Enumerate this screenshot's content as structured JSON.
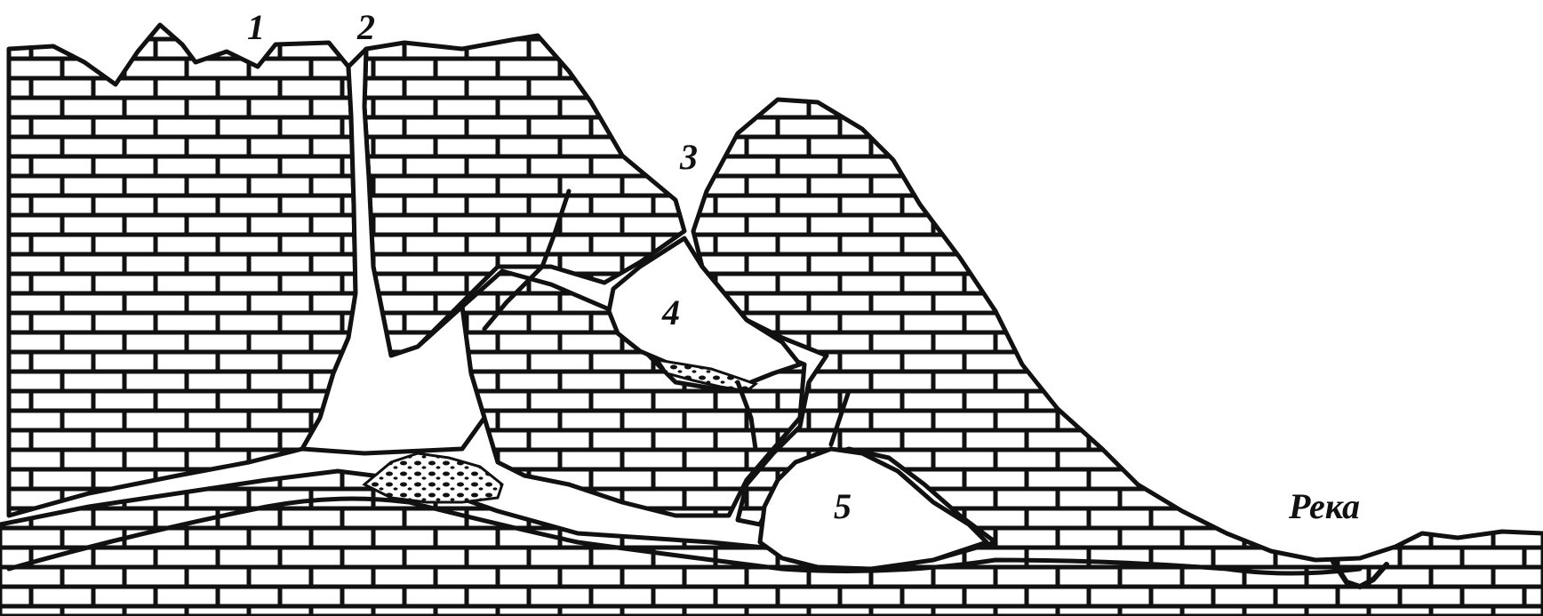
{
  "diagram": {
    "labels": {
      "one": "1",
      "two": "2",
      "three": "3",
      "four": "4",
      "five": "5",
      "river": "Река"
    },
    "colors": {
      "ink": "#111111",
      "rock_fill": "#ffffff",
      "background": "#ffffff"
    }
  }
}
